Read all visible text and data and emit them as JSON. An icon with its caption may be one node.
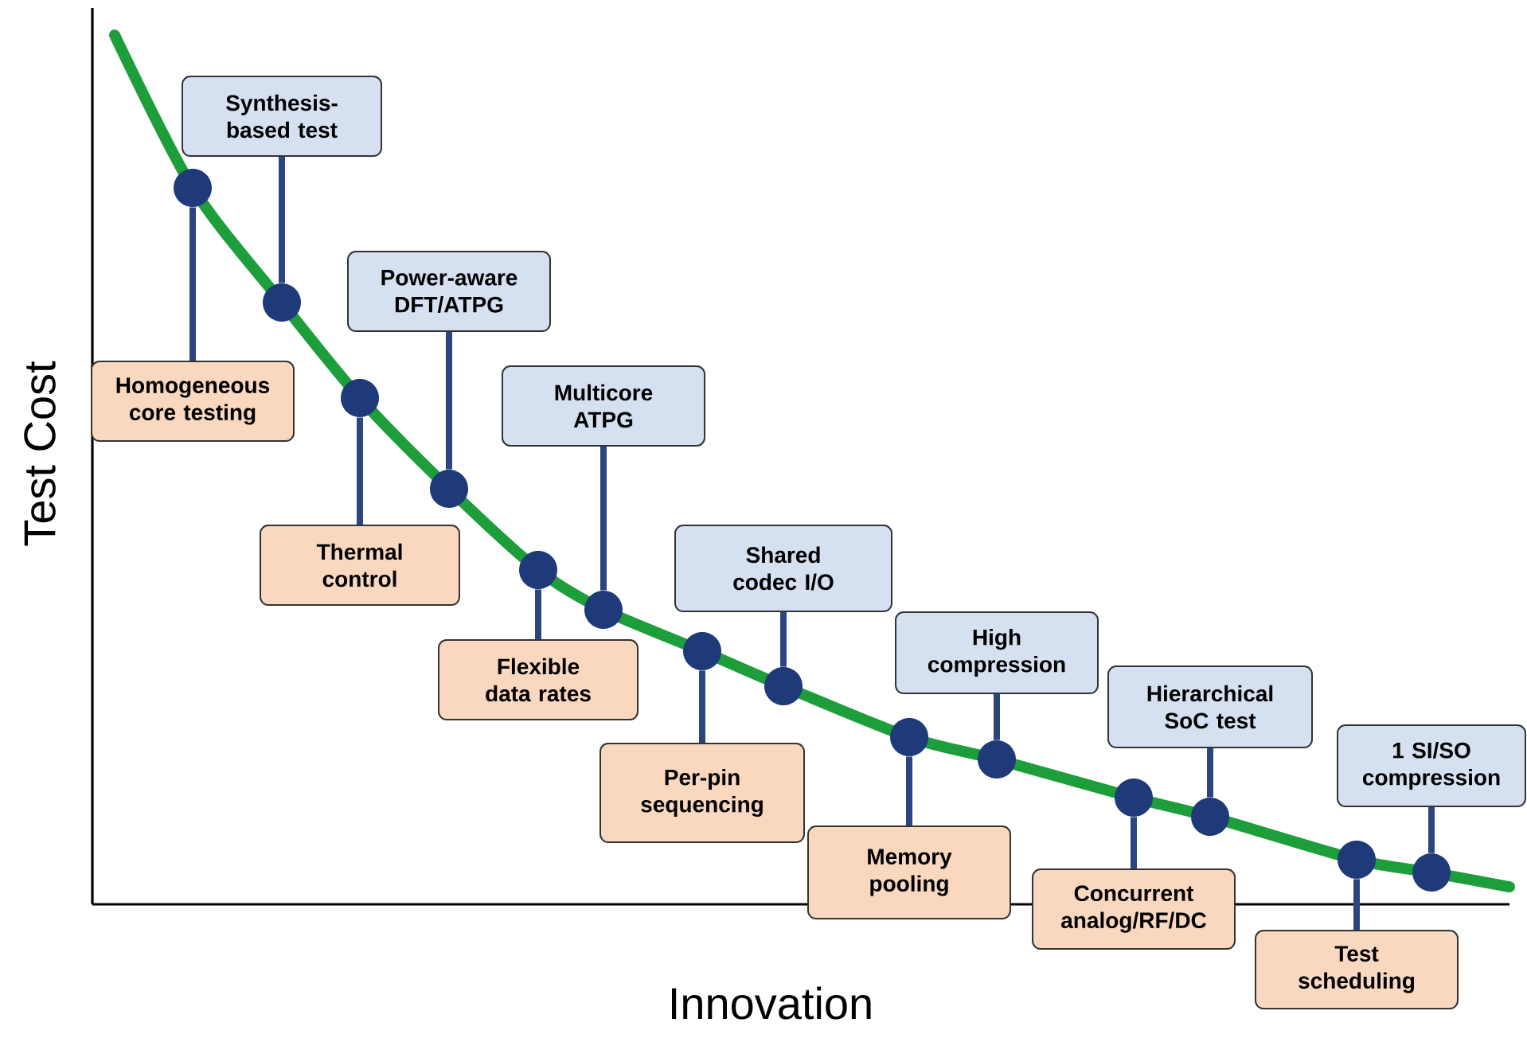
{
  "diagram": {
    "nodes": [
      {
        "text": [
          "Synthesis-based test"
        ]
      },
      {
        "text": [
          "Homogeneous core testing"
        ]
      },
      {
        "text": [
          "Power-aware DFT/ATPG"
        ]
      },
      {
        "text": [
          "Thermal control"
        ]
      },
      {
        "text": [
          "Multicore ATPG"
        ]
      },
      {
        "text": [
          "Flexible data rates"
        ]
      },
      {
        "text": [
          "Shared codec I/O"
        ]
      },
      {
        "text": [
          "Per-pin sequencing"
        ]
      },
      {
        "text": [
          "High compression"
        ]
      },
      {
        "text": [
          "Memory pooling"
        ]
      },
      {
        "text": [
          "Hierarchical SoC test"
        ]
      },
      {
        "text": [
          "Concurrent analog/RF/DC"
        ]
      },
      {
        "text": [
          "1 SI/SO compression"
        ]
      },
      {
        "text": [
          "Test scheduling"
        ]
      },
      {
        "text": [],
        "shape": "circle"
      },
      {
        "text": [],
        "shape": "circle"
      },
      {
        "text": [],
        "shape": "circle"
      },
      {
        "text": [],
        "shape": "circle"
      },
      {
        "text": [],
        "shape": "circle"
      },
      {
        "text": [],
        "shape": "circle"
      },
      {
        "text": [],
        "shape": "circle"
      },
      {
        "text": [],
        "shape": "circle"
      },
      {
        "text": [],
        "shape": "circle"
      },
      {
        "text": [],
        "shape": "circle"
      },
      {
        "text": [],
        "shape": "circle"
      },
      {
        "text": [],
        "shape": "circle"
      },
      {
        "text": [],
        "shape": "circle"
      },
      {
        "text": [],
        "shape": "circle"
      }
    ],
    "edges": [
      {
        "from": 0,
        "to": 15,
        "arrow": "none"
      },
      {
        "from": 1,
        "to": 14,
        "arrow": "none"
      },
      {
        "from": 2,
        "to": 17,
        "arrow": "none"
      },
      {
        "from": 3,
        "to": 16,
        "arrow": "none"
      },
      {
        "from": 4,
        "to": 19,
        "arrow": "none"
      },
      {
        "from": 5,
        "to": 18,
        "arrow": "none"
      },
      {
        "from": 6,
        "to": 21,
        "arrow": "none"
      },
      {
        "from": 7,
        "to": 20,
        "arrow": "none"
      },
      {
        "from": 8,
        "to": 23,
        "arrow": "none"
      },
      {
        "from": 9,
        "to": 22,
        "arrow": "none"
      },
      {
        "from": 10,
        "to": 25,
        "arrow": "none"
      },
      {
        "from": 11,
        "to": 24,
        "arrow": "none"
      },
      {
        "from": 12,
        "to": 27,
        "arrow": "none"
      },
      {
        "from": 13,
        "to": 26,
        "arrow": "none"
      }
    ],
    "labels": [
      "Test Cost",
      "Innovation"
    ]
  }
}
